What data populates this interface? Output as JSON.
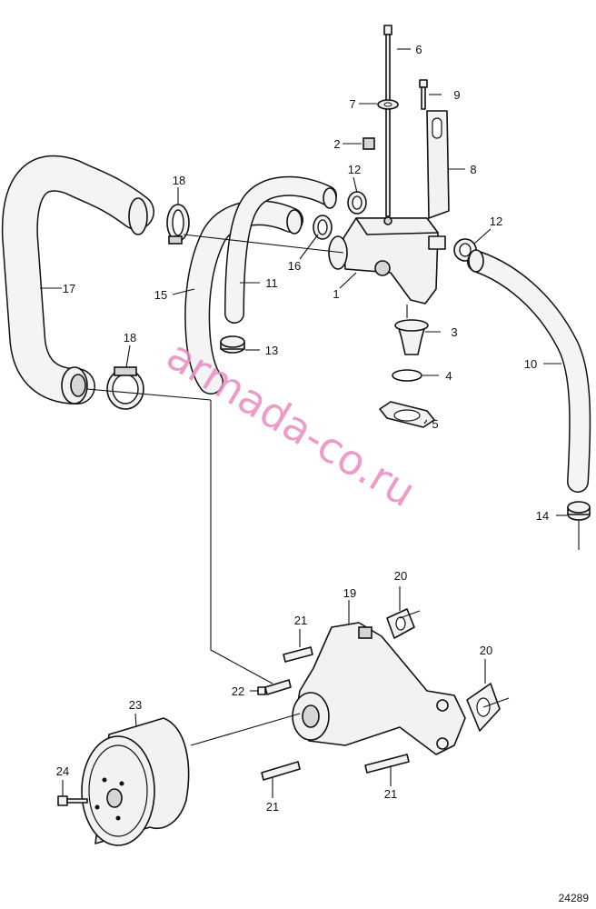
{
  "callouts": [
    "1",
    "2",
    "3",
    "4",
    "5",
    "6",
    "7",
    "8",
    "9",
    "10",
    "11",
    "12",
    "12",
    "13",
    "14",
    "15",
    "16",
    "17",
    "18",
    "18",
    "19",
    "20",
    "20",
    "21",
    "21",
    "21",
    "22",
    "23",
    "24"
  ],
  "watermark": "armada-co.ru",
  "figure_ref": "24289",
  "colors": {
    "line": "#111111",
    "part_fill": "#f2f2f2",
    "watermark": "#e98bc0"
  }
}
